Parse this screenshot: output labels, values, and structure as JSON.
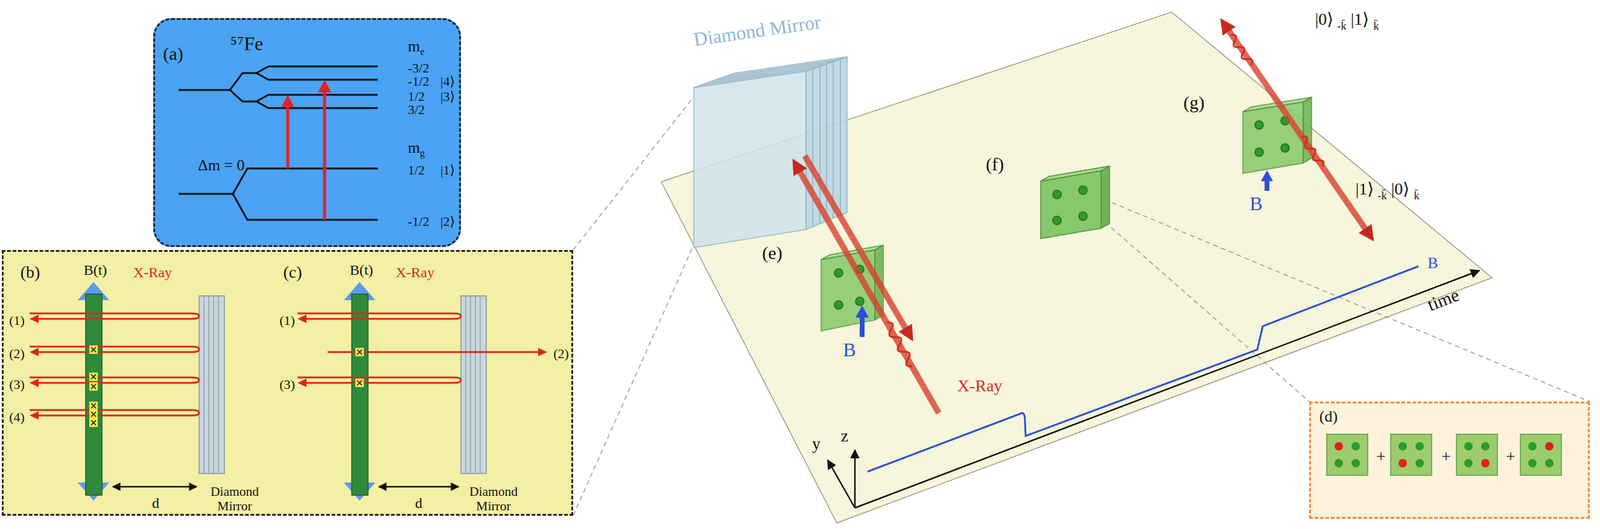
{
  "diagram": {
    "nodes": [
      {
        "text": [
          "(a)",
          "⁵⁷Fe",
          "m",
          "e",
          "-3/2",
          "-1/2",
          "|4⟩",
          "1/2",
          "|3⟩",
          "3/2",
          "Δm = 0",
          "m",
          "g",
          "1/2",
          "|1⟩",
          "-1/2",
          "|2⟩"
        ]
      },
      {
        "text": [
          "(b)",
          "B(t)",
          "X-Ray",
          "(1)",
          "(2)",
          "(3)",
          "(4)",
          "d",
          "Diamond Mirror",
          "(c)",
          "B(t)",
          "X-Ray",
          "(1)",
          "(2)",
          "(3)",
          "d",
          "Diamond Mirror"
        ]
      },
      {
        "text": [
          "(d)",
          "+",
          "+",
          "+"
        ]
      }
    ],
    "labels": [
      "Diamond Mirror",
      "(e)",
      "B",
      "X-Ray",
      "(f)",
      "(g)",
      "B",
      "|0⟩",
      "-k̄",
      "|1⟩",
      "k̄",
      "|1⟩",
      "-k̄",
      "|0⟩",
      "k̄",
      "B",
      "time",
      "y",
      "z"
    ]
  }
}
